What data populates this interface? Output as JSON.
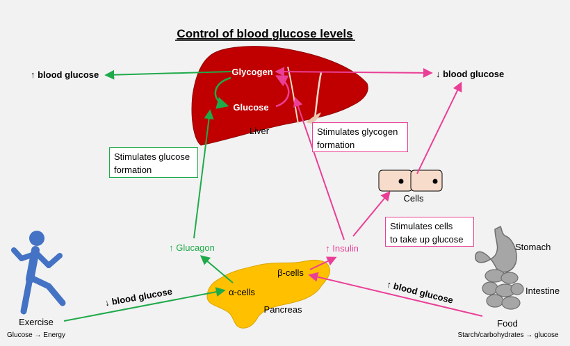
{
  "title": "Control of blood glucose levels",
  "liver": {
    "glycogen_label": "Glycogen",
    "glucose_label": "Glucose",
    "name": "Liver"
  },
  "left_outcome": "↑ blood glucose",
  "right_outcome": "↓ blood glucose",
  "glucagon_box": {
    "line1": "Stimulates glucose",
    "line2": "formation"
  },
  "insulin_box": {
    "line1": "Stimulates glycogen",
    "line2": "formation"
  },
  "cells_box": {
    "line1": "Stimulates cells",
    "line2": "to take up glucose"
  },
  "glucagon_label": "↑ Glucagon",
  "insulin_label": "↑ Insulin",
  "cells_label": "Cells",
  "pancreas": {
    "alpha_label": "α-cells",
    "beta_label": "β-cells",
    "name": "Pancreas"
  },
  "exercise": {
    "label": "Exercise",
    "sub": "Glucose → Energy",
    "arrow_label": "↓ blood glucose"
  },
  "food": {
    "label": "Food",
    "sub": "Starch/carbohydrates → glucose",
    "arrow_label": "↑ blood glucose"
  },
  "digestive": {
    "stomach_label": "Stomach",
    "intestine_label": "Intestine"
  },
  "colors": {
    "green": "#1faa4a",
    "pink": "#ea3f96",
    "liver": "#c00000",
    "pancreas": "#ffc000",
    "runner": "#4472c4",
    "cell_fill": "#f8dccb",
    "gut": "#a6a6a6"
  },
  "icons": [
    "runner-icon",
    "stomach-icon",
    "intestine-icon",
    "cell-icon",
    "liver-shape",
    "pancreas-shape"
  ]
}
